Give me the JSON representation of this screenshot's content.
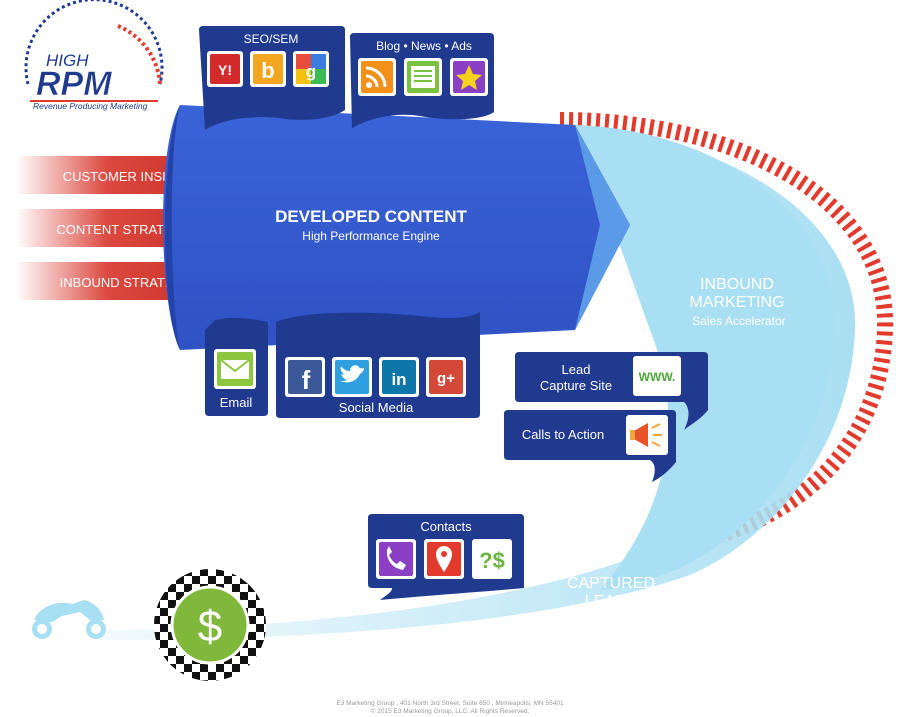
{
  "logo": {
    "word_high": "HIGH",
    "word_rpm": "RPM",
    "tagline": "Revenue Producing Marketing"
  },
  "inputs": {
    "customer_insight": "CUSTOMER INSIGHT",
    "content_strategy": "CONTENT  STRATEGY",
    "inbound_strategy": "INBOUND STRATEGY"
  },
  "engine": {
    "title": "DEVELOPED CONTENT",
    "subtitle": "High Performance Engine"
  },
  "seo_sem": {
    "title": "SEO/SEM",
    "icons": [
      "yahoo-icon",
      "bing-icon",
      "google-icon"
    ],
    "yahoo_glyph": "Y!",
    "bing_glyph": "b",
    "google_glyph": "g"
  },
  "blog_news_ads": {
    "title": "Blog • News • Ads",
    "icons": [
      "rss-icon",
      "news-icon",
      "star-icon"
    ]
  },
  "email": {
    "label": "Email",
    "icon": "envelope-icon"
  },
  "social_media": {
    "label": "Social Media",
    "icons": [
      "facebook-icon",
      "twitter-icon",
      "linkedin-icon",
      "google-plus-icon"
    ],
    "facebook_glyph": "f",
    "linkedin_glyph": "in",
    "gplus_glyph": "g+"
  },
  "inbound_marketing": {
    "line1": "INBOUND",
    "line2": "MARKETING",
    "subtitle": "Sales Accelerator"
  },
  "lead_capture": {
    "line1": "Lead",
    "line2": "Capture Site",
    "icon_text": "WWW."
  },
  "calls_to_action": {
    "label": "Calls to Action",
    "icon": "megaphone-icon"
  },
  "contacts": {
    "title": "Contacts",
    "icons": [
      "phone-icon",
      "location-pin-icon",
      "question-dollar-icon"
    ],
    "qd_glyph": "?$"
  },
  "captured_leads": {
    "line1": "CAPTURED",
    "line2": "LEADS",
    "subtitle": "The Home Stretch"
  },
  "finish": {
    "dollar_glyph": "$",
    "icon": "motorcycle-icon"
  },
  "footer": {
    "line1": "E3 Marketing Group , 401 North 3rd Street, Suite 650 , Minneapolis, MN 55401",
    "line2": "© 2015 E3 Marketing Group, LLC. All Rights Reserved."
  },
  "colors": {
    "engine_blue": "#3358cf",
    "dark_navy": "#1f3a8e",
    "light_blue": "#a9dff2",
    "arrow_red": "#d8342a",
    "stripe_red": "#e23b2e",
    "dollar_green": "#7fb83a"
  }
}
